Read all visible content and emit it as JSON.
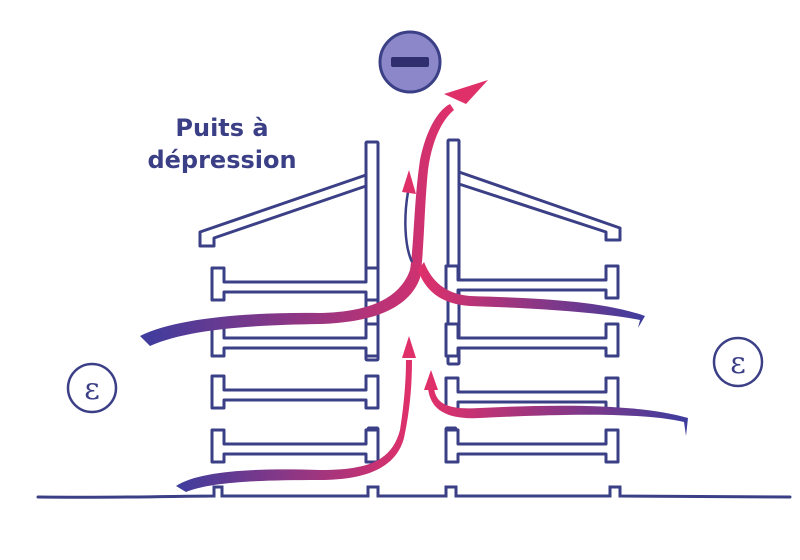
{
  "title_line1": "Puits à",
  "title_line2": "dépression",
  "pressure_symbol": "minus-sign",
  "epsilon_left": "ε",
  "epsilon_right": "ε",
  "colors": {
    "structure": "#3b3f86",
    "flow_start": "#3d3d9e",
    "flow_end": "#e0306a",
    "badge_fill": "#8b87c9",
    "arrow": "#e0306a"
  }
}
